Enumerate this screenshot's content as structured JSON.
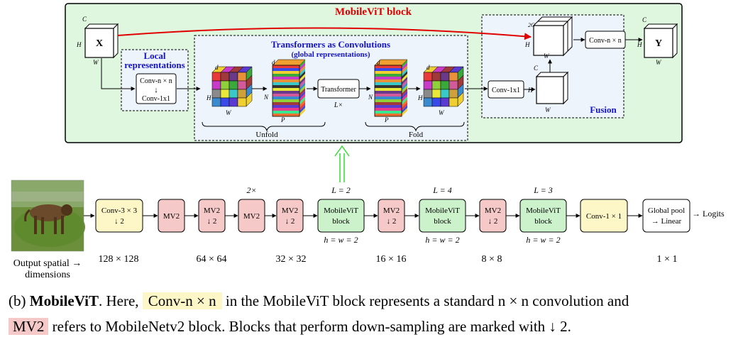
{
  "block": {
    "title": "MobileViT block",
    "local_title_1": "Local",
    "local_title_2": "representations",
    "local_conv_1": "Conv-n × n",
    "local_conv_arrow": "↓",
    "local_conv_2": "Conv-1x1",
    "transformers_title": "Transformers as Convolutions",
    "transformers_subtitle": "(global representations)",
    "transformer_label": "Transformer",
    "transformer_repeat": "L×",
    "unfold_label": "Unfold",
    "fold_label": "Fold",
    "fusion_title": "Fusion",
    "fusion_conv1": "Conv-1x1",
    "fusion_convn": "Conv-n × n",
    "x_label": "X",
    "y_label": "Y",
    "dim_c": "C",
    "dim_h": "H",
    "dim_w": "W",
    "dim_d": "d",
    "dim_n": "N",
    "dim_p": "P",
    "dim_2c": "2C"
  },
  "pipeline": {
    "blocks": [
      {
        "label1": "Conv-3 × 3",
        "label2": "↓ 2",
        "kind": "yellow",
        "above": "",
        "below": ""
      },
      {
        "label1": "MV2",
        "label2": "",
        "kind": "pink",
        "above": "",
        "below": ""
      },
      {
        "label1": "MV2",
        "label2": "↓ 2",
        "kind": "pink",
        "above": "",
        "below": ""
      },
      {
        "label1": "MV2",
        "label2": "",
        "kind": "pink",
        "above": "2×",
        "below": ""
      },
      {
        "label1": "MV2",
        "label2": "↓ 2",
        "kind": "pink",
        "above": "",
        "below": ""
      },
      {
        "label1": "MobileViT",
        "label2": "block",
        "kind": "green",
        "above": "L = 2",
        "below": "h = w = 2"
      },
      {
        "label1": "MV2",
        "label2": "↓ 2",
        "kind": "pink",
        "above": "",
        "below": ""
      },
      {
        "label1": "MobileViT",
        "label2": "block",
        "kind": "green",
        "above": "L = 4",
        "below": "h = w = 2"
      },
      {
        "label1": "MV2",
        "label2": "↓ 2",
        "kind": "pink",
        "above": "",
        "below": ""
      },
      {
        "label1": "MobileViT",
        "label2": "block",
        "kind": "green",
        "above": "L = 3",
        "below": "h = w = 2"
      },
      {
        "label1": "Conv-1 × 1",
        "label2": "",
        "kind": "yellow",
        "above": "",
        "below": ""
      },
      {
        "label1": "Global pool",
        "label2": "→ Linear",
        "kind": "white",
        "above": "",
        "below": ""
      }
    ],
    "logits_label": "→ Logits",
    "output_label_1": "Output spatial →",
    "output_label_2": "dimensions",
    "dims": [
      "128 × 128",
      "64 × 64",
      "32 × 32",
      "16 × 16",
      "8 × 8",
      "1 × 1"
    ]
  },
  "caption": {
    "prefix": "(b) ",
    "model": "MobileViT",
    "text1": ". Here, ",
    "conv_term": "Conv-n × n",
    "text2": " in the MobileViT block represents a standard n × n convolution and",
    "mv2_term": "MV2",
    "text3": " refers to MobileNetv2 block. Blocks that perform down-sampling are marked with ↓ 2."
  },
  "colors": {
    "block_bg": "#dff7df",
    "block_border": "#000000",
    "inner_bg": "#eef4fb",
    "title_red": "#e00000",
    "title_blue": "#1414c8",
    "arrow_red": "#e00000",
    "arrow_green": "#33dd33",
    "yellow_box": "#fdf7c8",
    "pink_box": "#f6c9c9",
    "green_box": "#ccf2cc",
    "white_box": "#ffffff"
  },
  "icons": [
    "dog-photo",
    "cube-icon",
    "patch-cube-icon",
    "striped-block-icon"
  ]
}
